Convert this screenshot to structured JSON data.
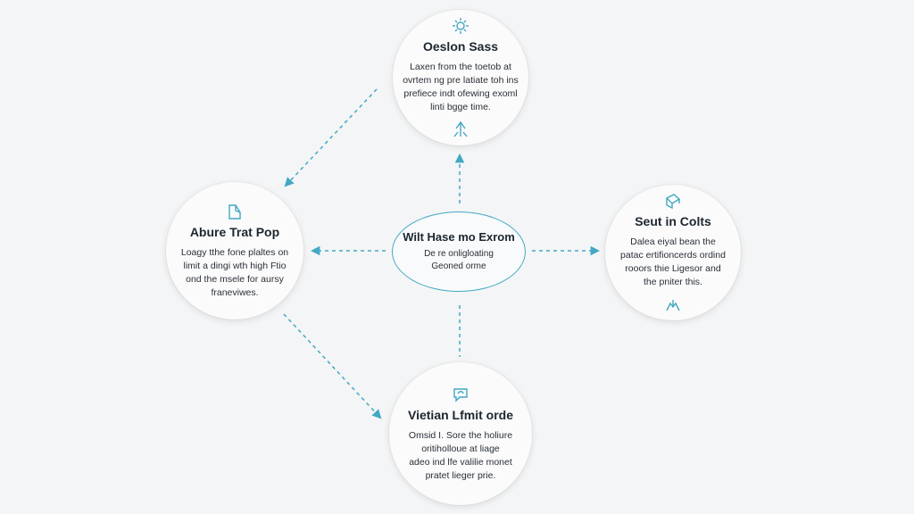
{
  "colors": {
    "accent": "#43a8c4",
    "node_bg": "#fbfbfb",
    "text": "#1d2630"
  },
  "center": {
    "title": "Wilt Hase mo Exrom",
    "body": "De re onligloating\nGeoned orme"
  },
  "nodes": {
    "top": {
      "title": "Oeslon Sass",
      "body": "Laxen from the toetob at\novrtem ng pre latiate toh ins\nprefiece indt ofewing exoml\nlinti bgge time.",
      "icon_top": "sun-icon",
      "icon_bottom": "arrow-up-icon"
    },
    "left": {
      "title": "Abure Trat Pop",
      "body": "Loagy tthe fone plaltes on\nlimit a dingi wth high Ftio\nond the msele for aursy\nfraneviwes.",
      "icon": "document-icon"
    },
    "right": {
      "title": "Seut in Colts",
      "body": "Dalea eiyal bean the\npatac ertifioncerds ordind\nrooors thie Ligesor and\nthe pniter this.",
      "icon_top": "box-icon",
      "icon_bottom": "hands-icon"
    },
    "bottom": {
      "title": "Vietian Lfmit orde",
      "body": "Omsid I. Sore the holiure\noritiholloue at liage\nadeo ind lfe valilie monet\npratet lieger prie.",
      "icon": "chat-icon"
    }
  }
}
